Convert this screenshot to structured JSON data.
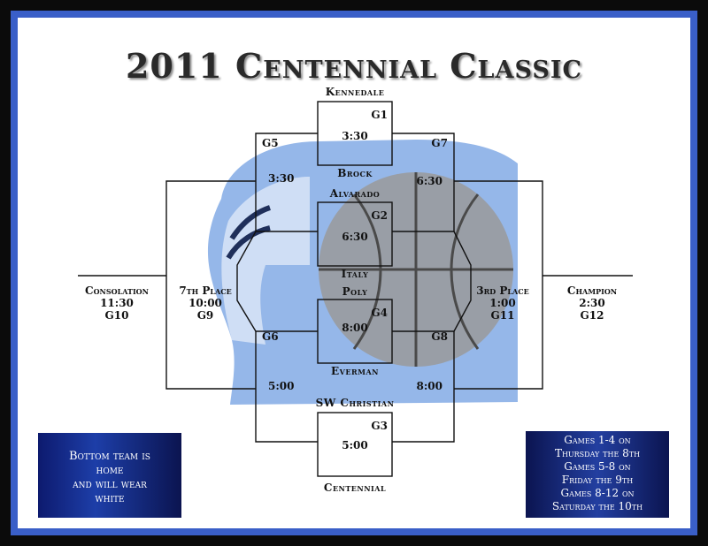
{
  "title": "2011 Centennial Classic",
  "teams": {
    "kennedale": "Kennedale",
    "brock": "Brock",
    "alvarado": "Alvarado",
    "italy": "Italy",
    "poly": "Poly",
    "everman": "Everman",
    "sw_christian": "SW Christian",
    "centennial": "Centennial"
  },
  "games": {
    "g1": {
      "label": "G1",
      "time": "3:30"
    },
    "g2": {
      "label": "G2",
      "time": "6:30"
    },
    "g3": {
      "label": "G3",
      "time": "5:00"
    },
    "g4": {
      "label": "G4",
      "time": "8:00"
    },
    "g5": {
      "label": "G5",
      "time": "3:30"
    },
    "g6": {
      "label": "G6",
      "time": "5:00"
    },
    "g7": {
      "label": "G7",
      "time": "6:30"
    },
    "g8": {
      "label": "G8",
      "time": "8:00"
    }
  },
  "finals": {
    "consolation": {
      "name": "Consolation",
      "time": "11:30",
      "game": "G10"
    },
    "seventh": {
      "name": "7th Place",
      "time": "10:00",
      "game": "G9"
    },
    "third": {
      "name": "3rd Place",
      "time": "1:00",
      "game": "G11"
    },
    "champion": {
      "name": "Champion",
      "time": "2:30",
      "game": "G12"
    }
  },
  "notes": {
    "home_line1": "Bottom team is",
    "home_line2": "home",
    "home_line3": "and will wear",
    "home_line4": "white",
    "sched_line1": "Games 1-4 on",
    "sched_line2": "Thursday the 8th",
    "sched_line3": "Games 5-8 on",
    "sched_line4": "Friday the 9th",
    "sched_line5": "Games 8-12 on",
    "sched_line6": "Saturday the 10th"
  },
  "colors": {
    "accent_blue": "#3a5fc8",
    "logo_blue": "#8fb3e8",
    "note_bg": "#1d3ea8"
  }
}
